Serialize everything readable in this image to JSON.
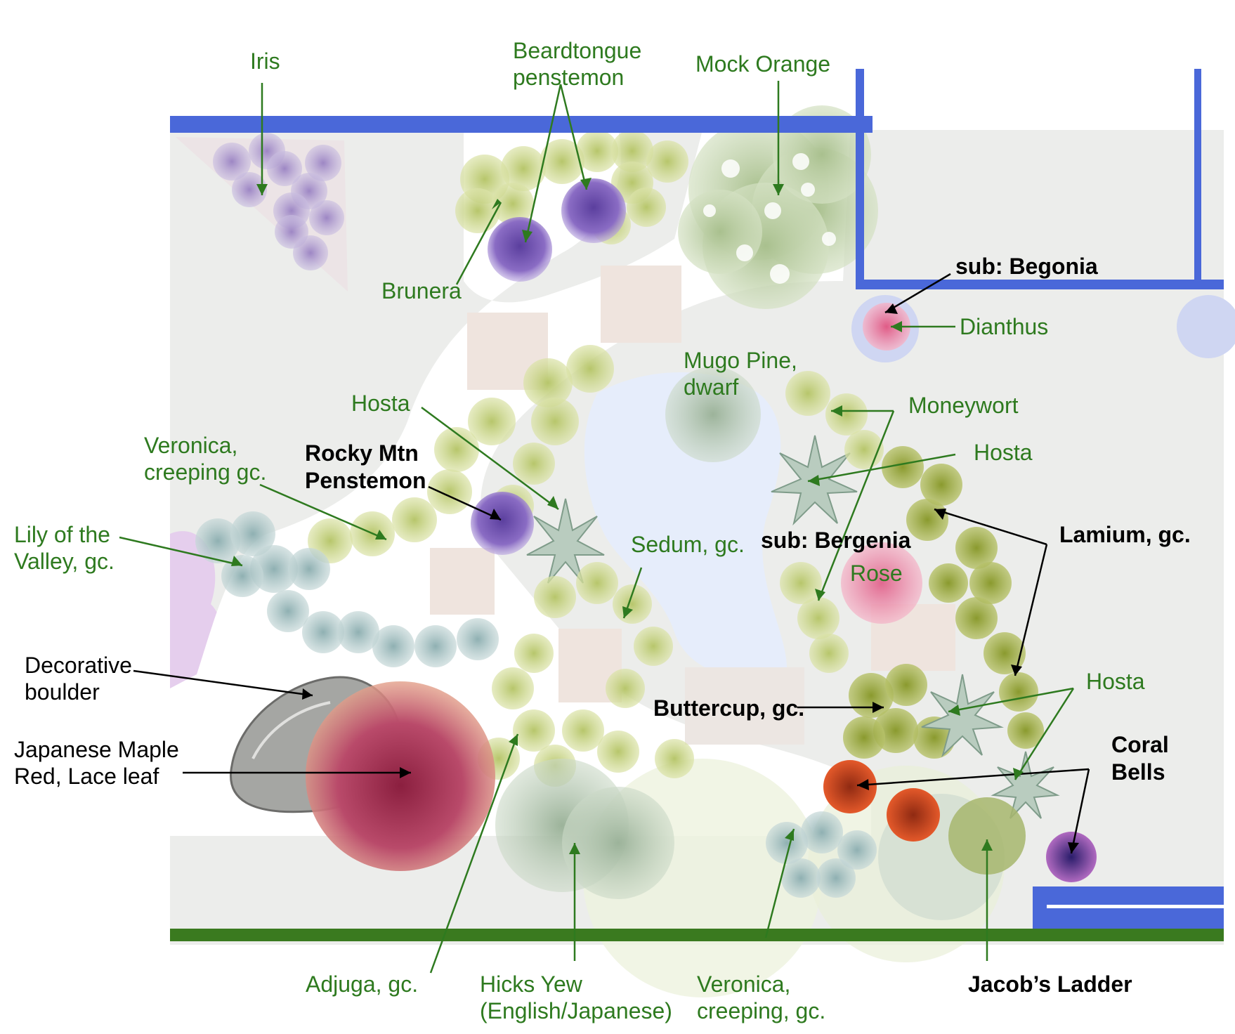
{
  "colors": {
    "wall": "#4a68d9",
    "fence": "#3a7a1f",
    "green_label": "#2e7a1f",
    "black_label": "#000000",
    "gravel": "#eeeeec",
    "path": "#ffffff",
    "pond": "#e8eefb",
    "paver": "#efe6e0"
  },
  "labels": {
    "iris": "Iris",
    "beardtongue_1": "Beardtongue",
    "beardtongue_2": "penstemon",
    "mock_orange": "Mock Orange",
    "sub_begonia": "sub: Begonia",
    "brunera": "Brunera",
    "dianthus": "Dianthus",
    "mugo_1": "Mugo Pine,",
    "mugo_2": "dwarf",
    "hosta_left": "Hosta",
    "moneywort": "Moneywort",
    "veronica_1": "Veronica,",
    "veronica_2": "creeping gc.",
    "rocky_1": "Rocky Mtn",
    "rocky_2": "Penstemon",
    "hosta_right": "Hosta",
    "lily_1": "Lily of the",
    "lily_2": "Valley, gc.",
    "sedum": "Sedum, gc.",
    "sub_bergenia": "sub: Bergenia",
    "lamium": "Lamium, gc.",
    "rose": "Rose",
    "boulder_1": "Decorative",
    "boulder_2": "boulder",
    "hosta_lower": "Hosta",
    "buttercup": "Buttercup, gc.",
    "coral_1": "Coral",
    "coral_2": "Bells",
    "maple_1": "Japanese Maple",
    "maple_2": "Red, Lace leaf",
    "adjuga": "Adjuga, gc.",
    "hicks_1": "Hicks Yew",
    "hicks_2": "(English/Japanese)",
    "veronica_b1": "Veronica,",
    "veronica_b2": "creeping, gc.",
    "jacobs": "Jacob’s Ladder"
  }
}
